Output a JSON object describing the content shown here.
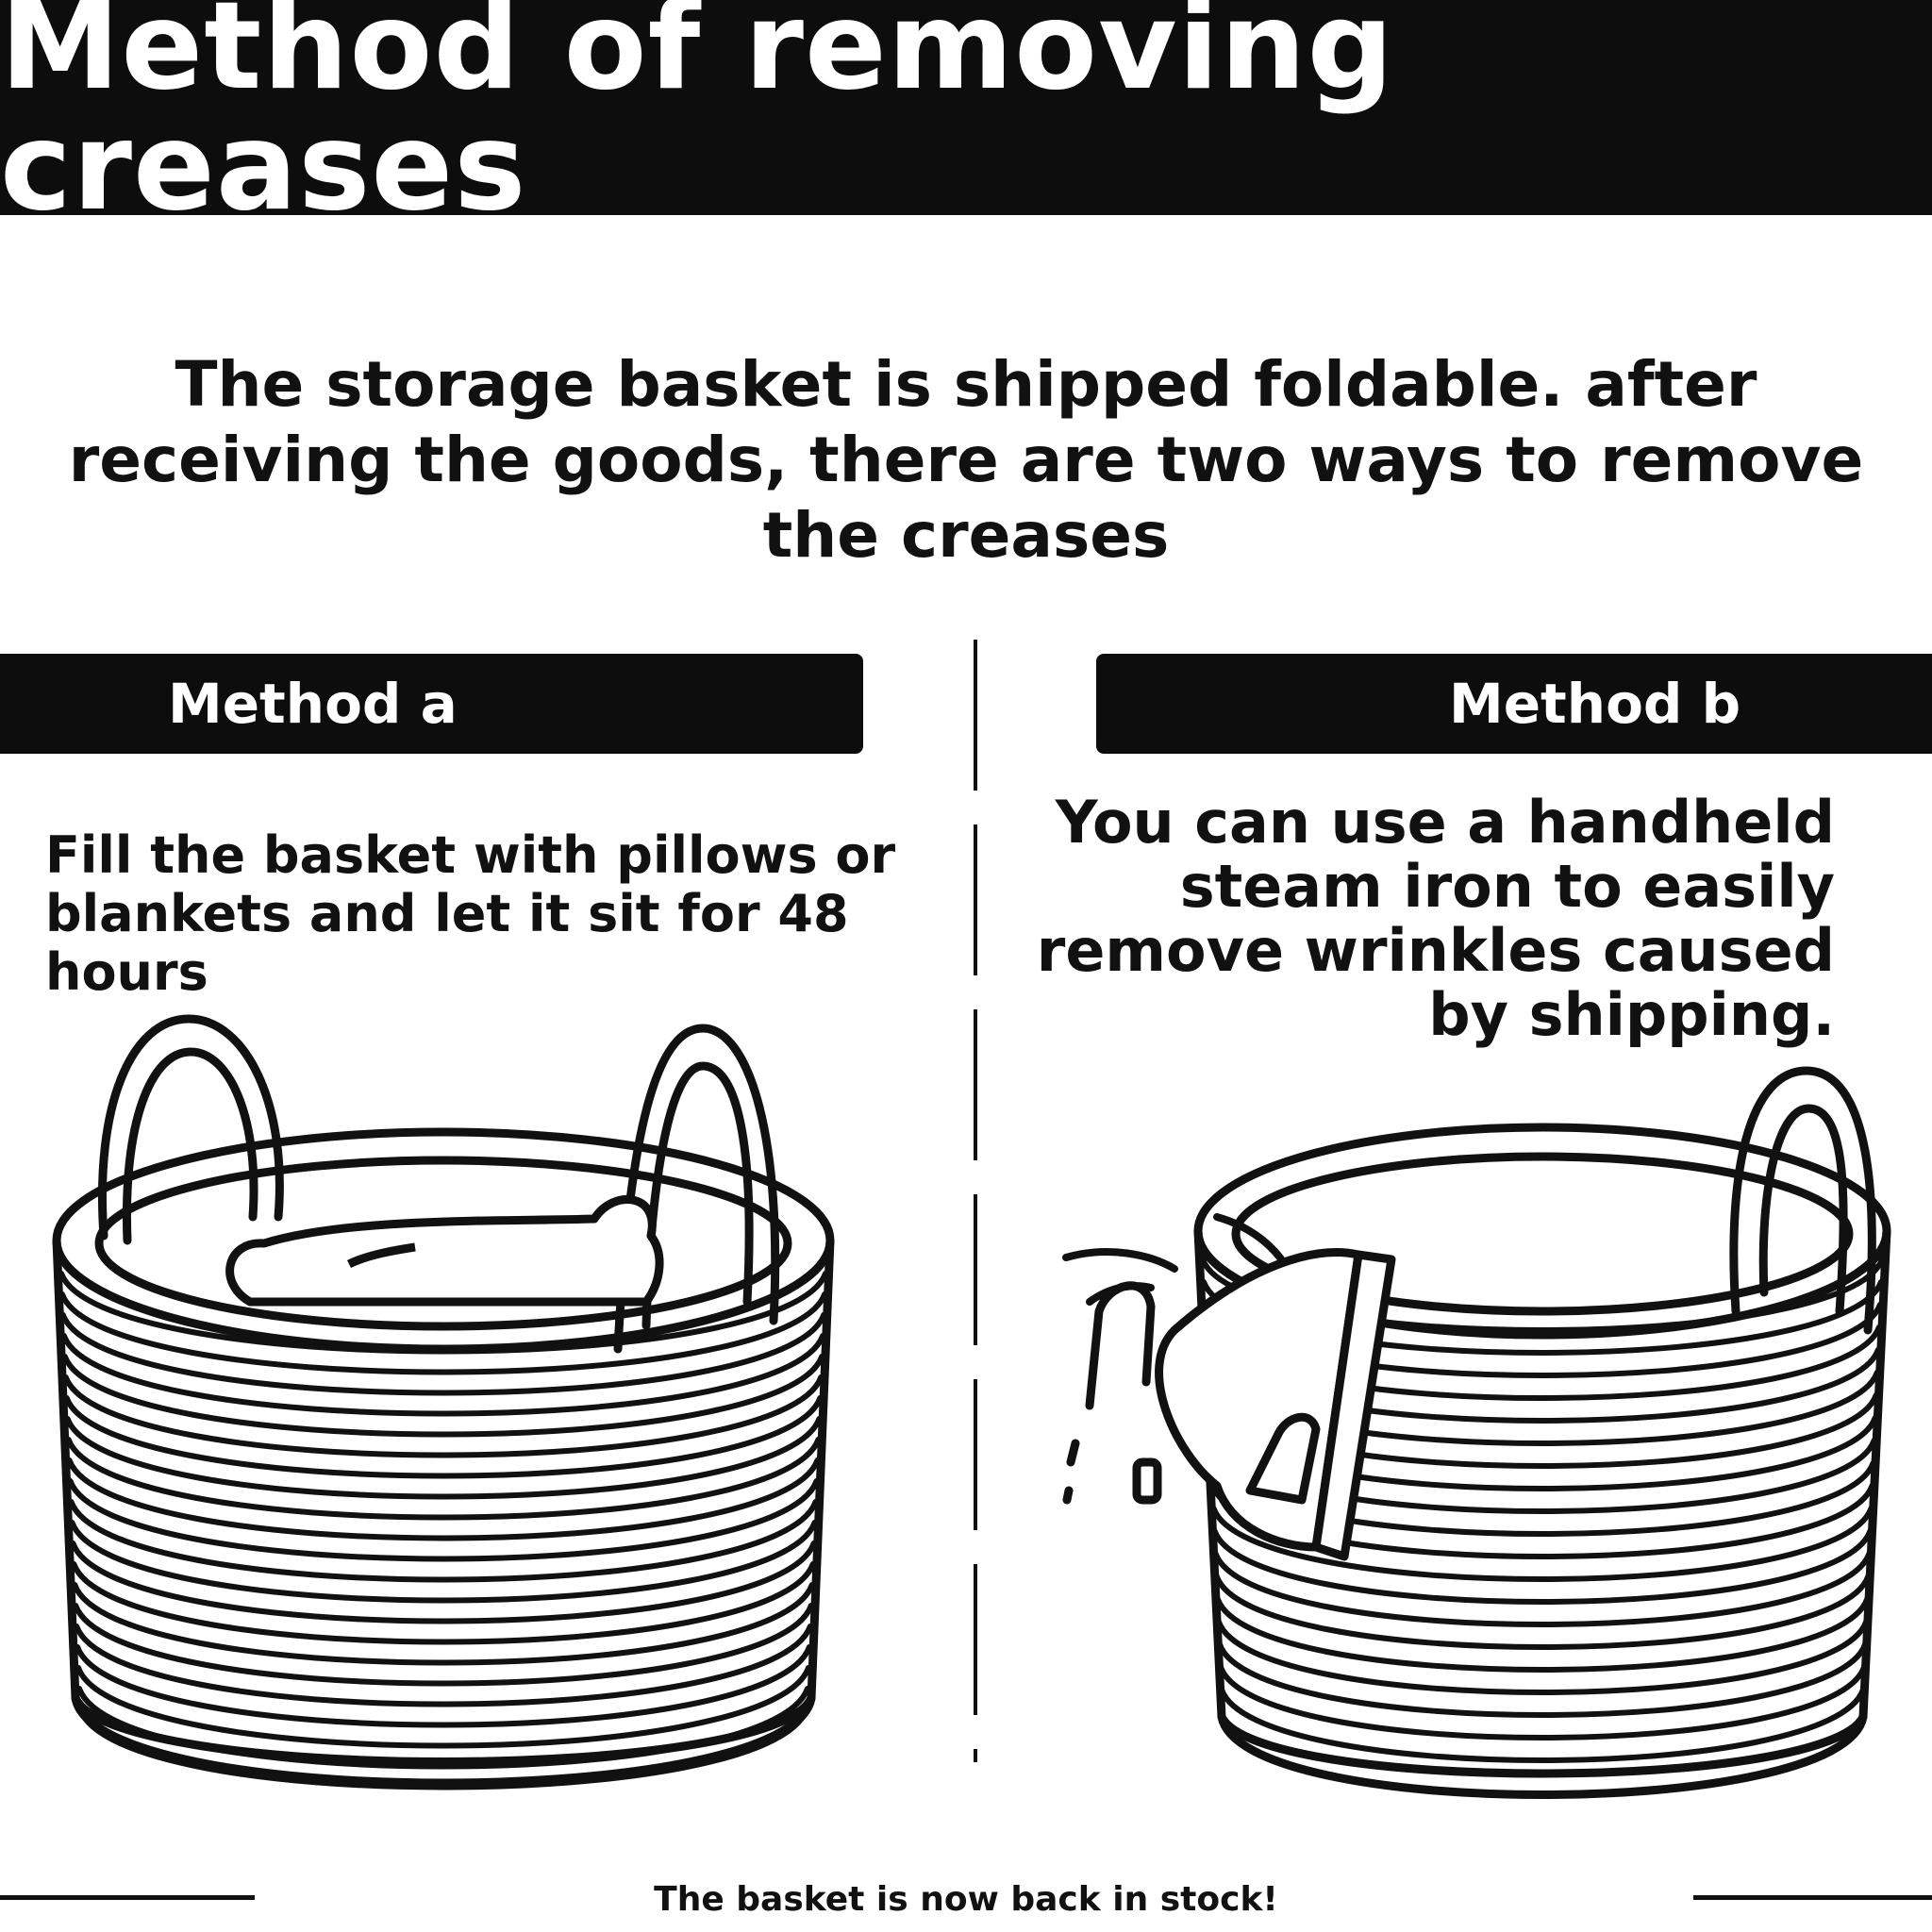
{
  "title": "Method of removing creases",
  "intro": "The storage basket is shipped foldable. after receiving the goods, there are two ways to remove the creases",
  "method_a": {
    "label": "Method a",
    "description": "Fill the basket with pillows or blankets and let it sit for 48 hours"
  },
  "method_b": {
    "label": "Method b",
    "description": "You can use a handheld steam iron to easily remove wrinkles caused by shipping."
  },
  "footer": "The basket is now back in stock!",
  "icons": [
    "basket-with-pillow-illustration",
    "basket-with-steam-iron-illustration",
    "pillow-icon",
    "steam-iron-icon",
    "steam-lines-icon"
  ],
  "colors": {
    "bar": "#0d0d0d",
    "bar_text": "#ffffff",
    "ink": "#111111",
    "background": "#ffffff"
  }
}
